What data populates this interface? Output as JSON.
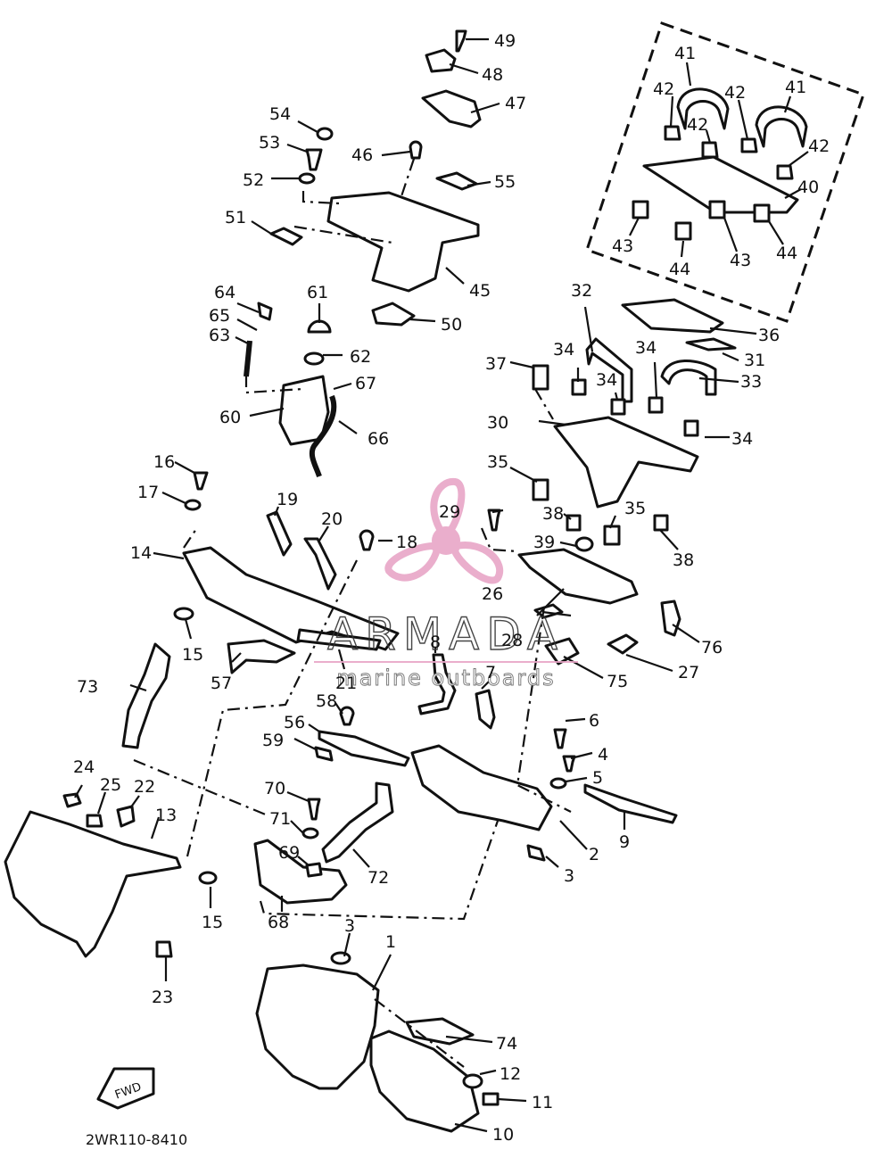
{
  "diagram_code": "2WR110-8410",
  "fwd_label": "FWD",
  "watermark": {
    "brand": "ARMADA",
    "tagline": "marine outboards",
    "color": "#e8a6c7"
  },
  "callouts": [
    "1",
    "2",
    "3",
    "4",
    "5",
    "6",
    "7",
    "8",
    "9",
    "10",
    "11",
    "12",
    "13",
    "14",
    "15",
    "16",
    "17",
    "18",
    "19",
    "20",
    "21",
    "22",
    "23",
    "24",
    "25",
    "26",
    "27",
    "28",
    "29",
    "30",
    "31",
    "32",
    "33",
    "34",
    "35",
    "36",
    "37",
    "38",
    "39",
    "40",
    "41",
    "42",
    "43",
    "44",
    "45",
    "46",
    "47",
    "48",
    "49",
    "50",
    "51",
    "52",
    "53",
    "54",
    "55",
    "56",
    "57",
    "58",
    "59",
    "60",
    "61",
    "62",
    "63",
    "64",
    "65",
    "66",
    "67",
    "68",
    "69",
    "70",
    "71",
    "72",
    "73",
    "74",
    "75",
    "76"
  ]
}
